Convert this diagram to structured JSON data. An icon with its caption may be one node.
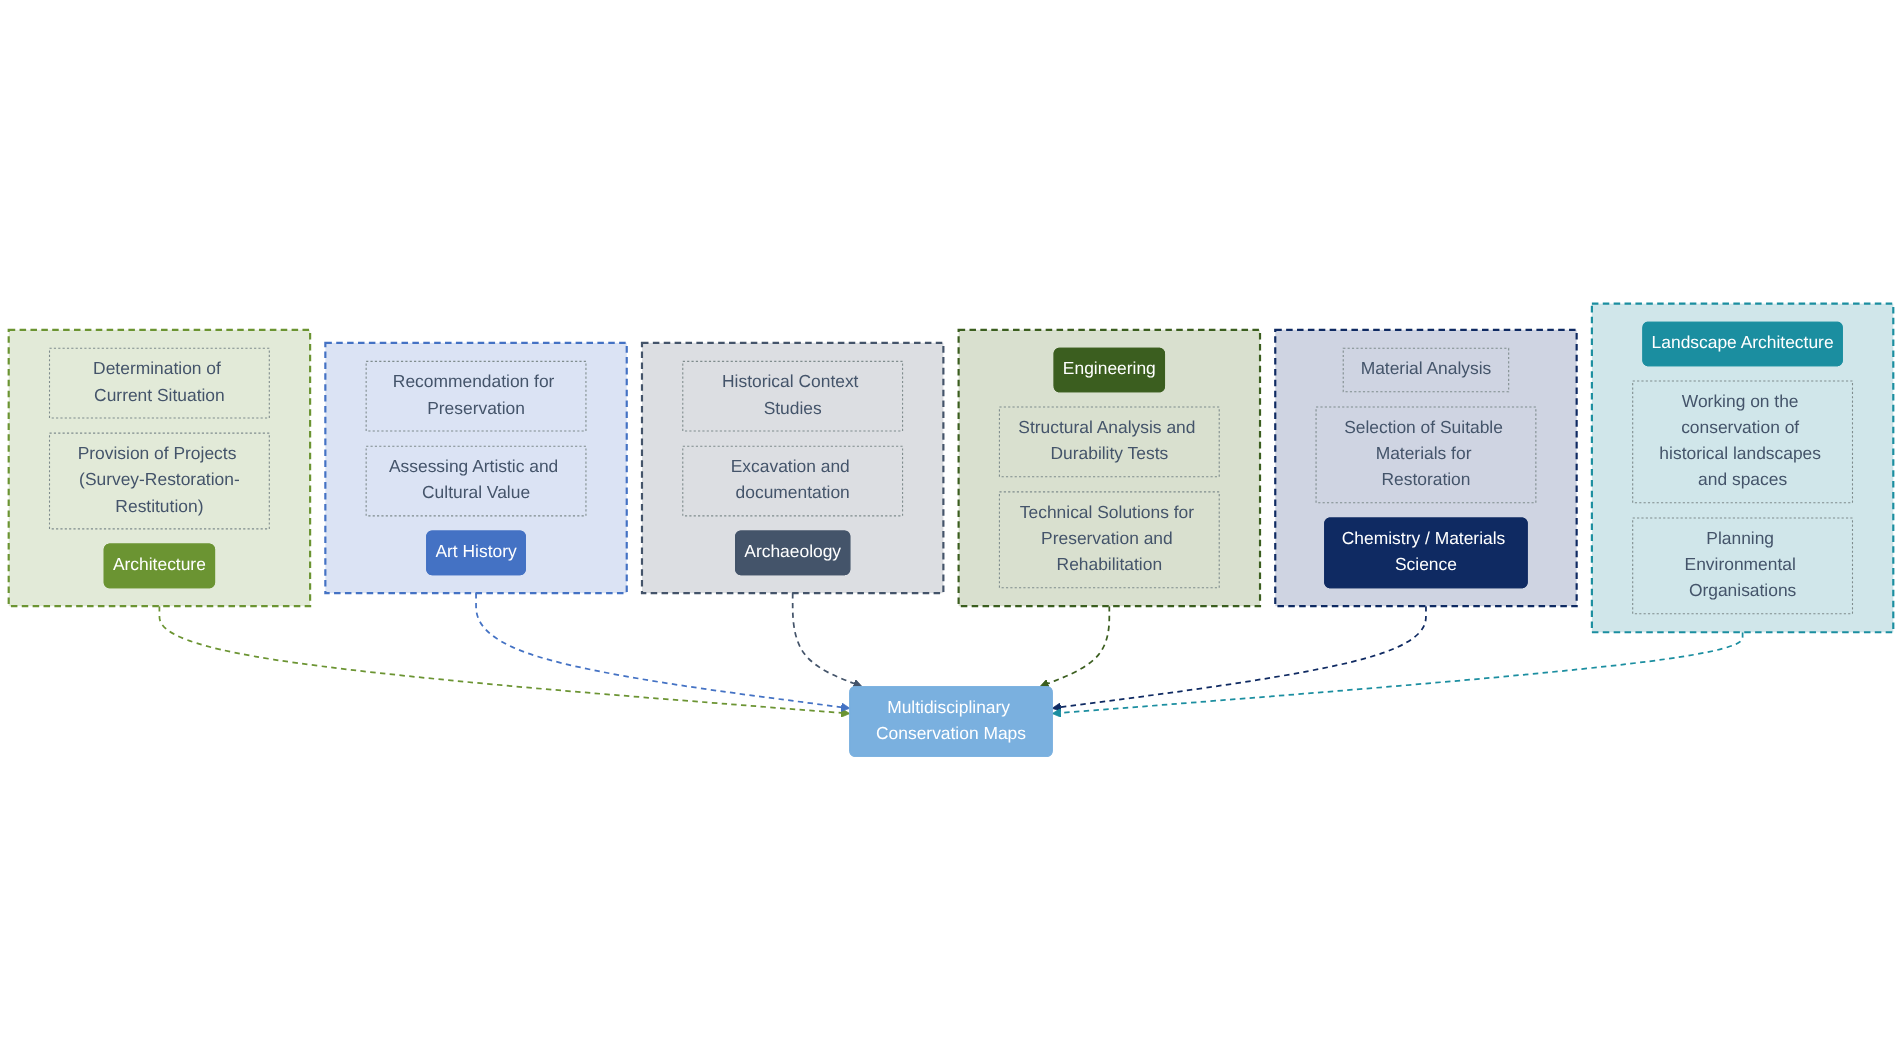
{
  "diagram": {
    "nodes": [
      {
        "text": [],
        "shape": "box"
      },
      {
        "text": [
          "Determination of Current Situation"
        ],
        "in": 0
      },
      {
        "text": [
          "Provision of Projects (Survey-Restoration-Restitution)"
        ],
        "in": 0
      },
      {
        "text": [
          "Architecture"
        ],
        "in": 0
      },
      {
        "text": [],
        "shape": "box"
      },
      {
        "text": [
          "Recommendation for Preservation"
        ],
        "in": 4
      },
      {
        "text": [
          "Assessing Artistic and Cultural Value"
        ],
        "in": 4
      },
      {
        "text": [
          "Art History"
        ],
        "in": 4
      },
      {
        "text": [],
        "shape": "box"
      },
      {
        "text": [
          "Historical Context Studies"
        ],
        "in": 8
      },
      {
        "text": [
          "Excavation and documentation"
        ],
        "in": 8
      },
      {
        "text": [
          "Archaeology"
        ],
        "in": 8
      },
      {
        "text": [
          "Multidisciplinary Conservation Maps"
        ]
      },
      {
        "text": [],
        "shape": "box"
      },
      {
        "text": [
          "Engineering"
        ],
        "in": 13
      },
      {
        "text": [
          "Structural Analysis and Durability Tests"
        ],
        "in": 13
      },
      {
        "text": [
          "Technical Solutions for Preservation and Rehabilitation"
        ],
        "in": 13
      },
      {
        "text": [],
        "shape": "box"
      },
      {
        "text": [
          "Material Analysis"
        ],
        "in": 17
      },
      {
        "text": [
          "Selection of Suitable Materials for Restoration"
        ],
        "in": 17
      },
      {
        "text": [
          "Chemistry / Materials Science"
        ],
        "in": 17
      },
      {
        "text": [],
        "shape": "box"
      },
      {
        "text": [
          "Landscape Architecture"
        ],
        "in": 21
      },
      {
        "text": [
          "Working on the conservation of historical landscapes and spaces"
        ],
        "in": 21
      },
      {
        "text": [
          "Planning Environmental Organisations"
        ],
        "in": 21
      }
    ],
    "edges": [
      {
        "from": 0,
        "to": 12,
        "arrow": "to",
        "style": "dashed",
        "color": "#6b9432"
      },
      {
        "from": 4,
        "to": 12,
        "arrow": "to",
        "style": "dashed",
        "color": "#4472c4"
      },
      {
        "from": 8,
        "to": 12,
        "arrow": "to",
        "style": "dashed",
        "color": "#44546a"
      },
      {
        "from": 13,
        "to": 12,
        "arrow": "to",
        "style": "dashed",
        "color": "#3b5e1f"
      },
      {
        "from": 17,
        "to": 12,
        "arrow": "to",
        "style": "dashed",
        "color": "#0f2a62"
      },
      {
        "from": 21,
        "to": 12,
        "arrow": "to",
        "style": "dashed",
        "color": "#1b8ea0"
      }
    ]
  }
}
